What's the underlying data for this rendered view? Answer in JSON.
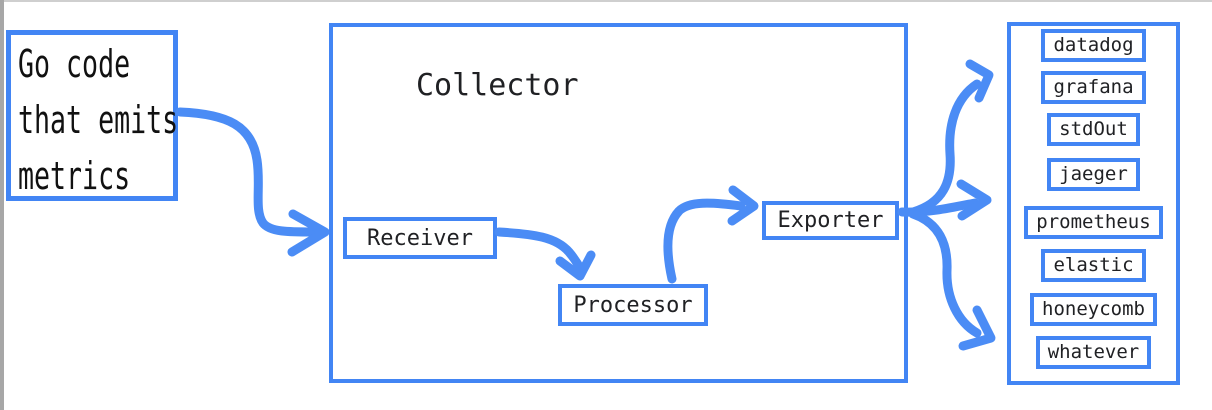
{
  "diagram": {
    "source": {
      "lines": [
        "Go code",
        "that emits",
        "metrics"
      ]
    },
    "collector": {
      "title": "Collector",
      "receiver": "Receiver",
      "processor": "Processor",
      "exporter": "Exporter"
    },
    "destinations": [
      "datadog",
      "grafana",
      "stdOut",
      "jaeger",
      "prometheus",
      "elastic",
      "honeycomb",
      "whatever"
    ],
    "colors": {
      "accent": "#4285f4",
      "arrow": "#4b8cf5",
      "text": "#202124"
    }
  }
}
